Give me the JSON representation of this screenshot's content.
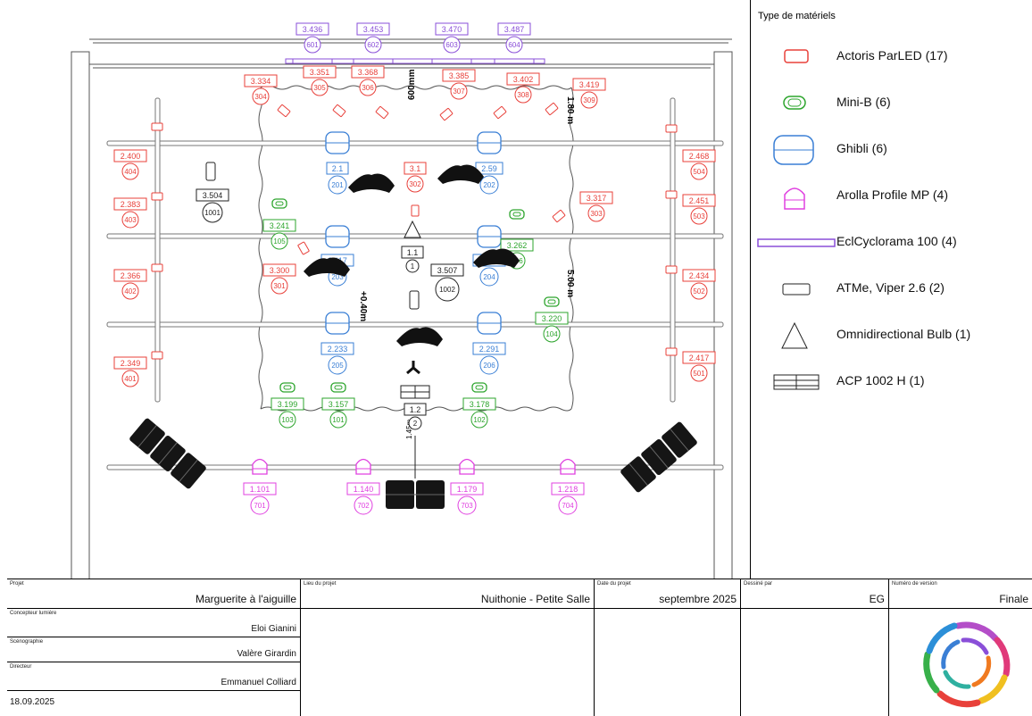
{
  "plan": {
    "dims": {
      "d1": "600mm",
      "d2": "1.80 m",
      "d3": "+0.40m",
      "d4": "5.00 m",
      "d5": "1.45m"
    },
    "cyc": [
      {
        "ch": "3.436",
        "unit": "601"
      },
      {
        "ch": "3.453",
        "unit": "602"
      },
      {
        "ch": "3.470",
        "unit": "603"
      },
      {
        "ch": "3.487",
        "unit": "604"
      }
    ],
    "parled_top": [
      {
        "ch": "3.334",
        "unit": "304"
      },
      {
        "ch": "3.351",
        "unit": "305"
      },
      {
        "ch": "3.368",
        "unit": "306"
      },
      {
        "ch": "3.385",
        "unit": "307"
      },
      {
        "ch": "3.402",
        "unit": "308"
      },
      {
        "ch": "3.419",
        "unit": "309"
      }
    ],
    "parled_left": [
      {
        "ch": "2.400",
        "unit": "404"
      },
      {
        "ch": "2.383",
        "unit": "403"
      },
      {
        "ch": "2.366",
        "unit": "402"
      },
      {
        "ch": "2.349",
        "unit": "401"
      }
    ],
    "parled_right": [
      {
        "ch": "2.468",
        "unit": "504"
      },
      {
        "ch": "2.451",
        "unit": "503"
      },
      {
        "ch": "2.434",
        "unit": "502"
      },
      {
        "ch": "2.417",
        "unit": "501"
      }
    ],
    "parled_mid": [
      {
        "ch": "3.1",
        "unit": "302"
      },
      {
        "ch": "3.317",
        "unit": "303"
      },
      {
        "ch": "3.300",
        "unit": "301"
      }
    ],
    "ghibli": [
      {
        "ch": "2.1",
        "unit": "201"
      },
      {
        "ch": "2.59",
        "unit": "202"
      },
      {
        "ch": "2.117",
        "unit": "203"
      },
      {
        "ch": "2.175",
        "unit": "204"
      },
      {
        "ch": "2.233",
        "unit": "205"
      },
      {
        "ch": "2.291",
        "unit": "206"
      }
    ],
    "minib": [
      {
        "ch": "3.241",
        "unit": "105"
      },
      {
        "ch": "3.262",
        "unit": "106"
      },
      {
        "ch": "3.220",
        "unit": "104"
      },
      {
        "ch": "3.199",
        "unit": "103"
      },
      {
        "ch": "3.157",
        "unit": "101"
      },
      {
        "ch": "3.178",
        "unit": "102"
      }
    ],
    "arolla": [
      {
        "ch": "1.101",
        "unit": "701"
      },
      {
        "ch": "1.140",
        "unit": "702"
      },
      {
        "ch": "1.179",
        "unit": "703"
      },
      {
        "ch": "1.218",
        "unit": "704"
      }
    ],
    "atme": [
      {
        "ch": "3.504",
        "unit": "1001"
      },
      {
        "ch": "3.507",
        "unit": "1002"
      }
    ],
    "bulb": {
      "ch": "1.1",
      "unit": "1"
    },
    "acp": {
      "ch": "1.2",
      "unit": "2"
    }
  },
  "legend": {
    "title": "Type de matériels",
    "items": [
      {
        "label": "Actoris ParLED (17)",
        "icon": "parled-icon",
        "color": "#e8403a"
      },
      {
        "label": "Mini-B (6)",
        "icon": "minib-icon",
        "color": "#2da52d"
      },
      {
        "label": "Ghibli (6)",
        "icon": "ghibli-icon",
        "color": "#3a7fd5"
      },
      {
        "label": "Arolla Profile MP (4)",
        "icon": "arolla-icon",
        "color": "#e040e0"
      },
      {
        "label": "EclCyclorama 100 (4)",
        "icon": "cyclorama-icon",
        "color": "#8a4fd8"
      },
      {
        "label": "ATMe, Viper 2.6 (2)",
        "icon": "atme-icon",
        "color": "#222222"
      },
      {
        "label": "Omnidirectional Bulb (1)",
        "icon": "bulb-icon",
        "color": "#222222"
      },
      {
        "label": "ACP 1002 H (1)",
        "icon": "acp-icon",
        "color": "#222222"
      }
    ]
  },
  "titleblock": {
    "projet_label": "Projet",
    "projet": "Marguerite à l'aiguille",
    "lieu_label": "Lieu du projet",
    "lieu": "Nuithonie - Petite Salle",
    "date_label": "Date du projet",
    "date": "septembre 2025",
    "dessine_label": "Dessiné par",
    "dessine": "EG",
    "version_label": "Numéro de version",
    "version": "Finale",
    "concepteur_label": "Concepteur lumière",
    "concepteur": "Eloi Gianini",
    "sceno_label": "Scénographie",
    "sceno": "Valère Girardin",
    "directeur_label": "Directeur",
    "directeur": "Emmanuel Colliard",
    "print_date": "18.09.2025"
  }
}
